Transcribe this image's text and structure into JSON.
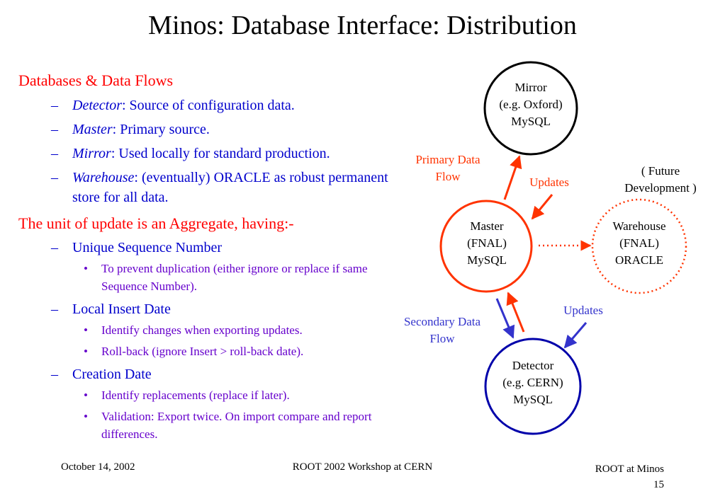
{
  "title": "Minos:  Database Interface: Distribution",
  "section1": {
    "heading": "Databases & Data  Flows",
    "items": [
      {
        "term": "Detector",
        "text": ": Source of configuration data."
      },
      {
        "term": "Master",
        "text": ":  Primary source."
      },
      {
        "term": "Mirror",
        "text": ": Used locally for standard production."
      },
      {
        "term": "Warehouse",
        "text": ": (eventually) ORACLE as robust permanent store for all data."
      }
    ]
  },
  "section2": {
    "heading": "The unit of update is an Aggregate, having:-",
    "items": [
      {
        "label": "Unique Sequence Number",
        "subitems": [
          "To prevent duplication (either ignore or replace if same Sequence Number)."
        ]
      },
      {
        "label": "Local Insert Date",
        "subitems": [
          "Identify changes when exporting updates.",
          "Roll-back (ignore Insert > roll-back date)."
        ]
      },
      {
        "label": "Creation Date",
        "subitems": [
          "Identify replacements (replace if later).",
          "Validation: Export twice.  On import compare and report differences."
        ]
      }
    ]
  },
  "diagram": {
    "mirror": [
      "Mirror",
      "(e.g. Oxford)",
      "MySQL"
    ],
    "master": [
      "Master",
      "(FNAL)",
      "MySQL"
    ],
    "warehouse": [
      "Warehouse",
      "(FNAL)",
      "ORACLE"
    ],
    "detector": [
      "Detector",
      "(e.g. CERN)",
      "MySQL"
    ],
    "primary_flow": [
      "Primary Data",
      "Flow"
    ],
    "secondary_flow": [
      "Secondary Data",
      "Flow"
    ],
    "updates_top": "Updates",
    "updates_bottom": "Updates",
    "future": [
      "( Future",
      "Development )"
    ],
    "colors": {
      "red": "#ff3300",
      "blue": "#3333cc",
      "navy": "#0000aa",
      "black": "#000000"
    }
  },
  "footer": {
    "date": "October 14, 2002",
    "event": "ROOT 2002 Workshop at CERN",
    "topic": "ROOT at Minos",
    "page": "15"
  }
}
